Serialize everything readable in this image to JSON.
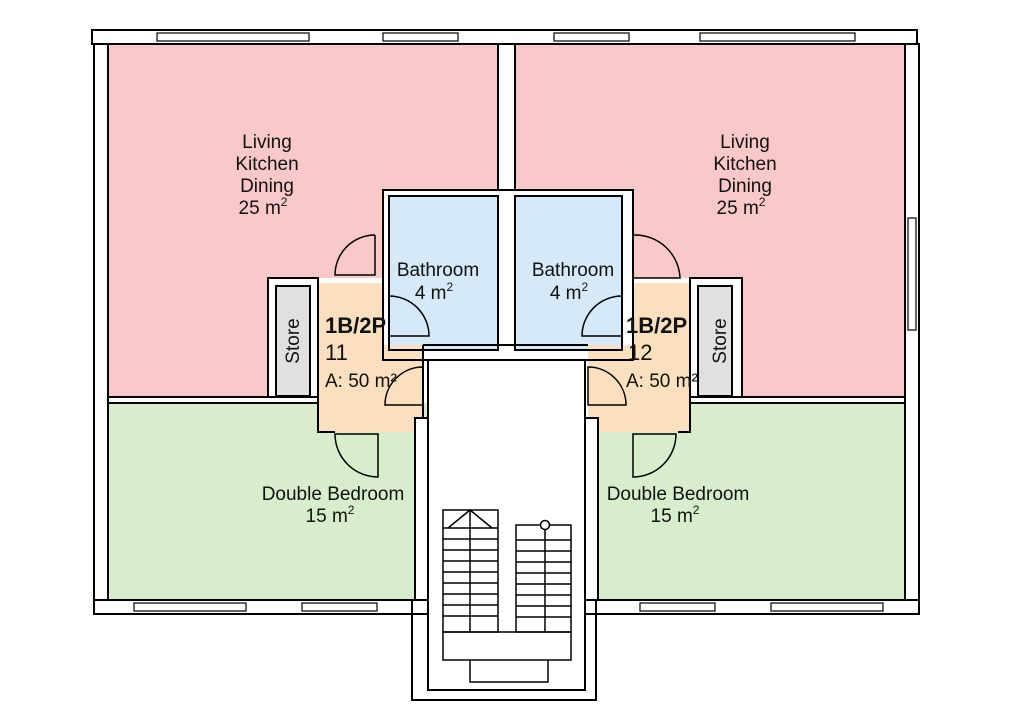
{
  "plan": {
    "colors": {
      "living": "#f9c9c9",
      "bedroom": "#d8edcb",
      "bathroom": "#d6e9f8",
      "hall": "#fbe0bf",
      "store": "#e0e0e0",
      "walls": "#000000",
      "stair_area": "#ffffff"
    },
    "flats": [
      {
        "type": "1B/2P",
        "number": "11",
        "area": "A: 50 m²",
        "rooms": {
          "living": {
            "line1": "Living",
            "line2": "Kitchen",
            "line3": "Dining",
            "area_value": "25 m",
            "area_sup": "2"
          },
          "bathroom": {
            "name": "Bathroom",
            "area_value": "4 m",
            "area_sup": "2"
          },
          "bedroom": {
            "name": "Double Bedroom",
            "area_value": "15 m",
            "area_sup": "2"
          },
          "store": {
            "name": "Store"
          }
        }
      },
      {
        "type": "1B/2P",
        "number": "12",
        "area": "A: 50 m²",
        "rooms": {
          "living": {
            "line1": "Living",
            "line2": "Kitchen",
            "line3": "Dining",
            "area_value": "25 m",
            "area_sup": "2"
          },
          "bathroom": {
            "name": "Bathroom",
            "area_value": "4 m",
            "area_sup": "2"
          },
          "bedroom": {
            "name": "Double Bedroom",
            "area_value": "15 m",
            "area_sup": "2"
          },
          "store": {
            "name": "Store"
          }
        }
      }
    ],
    "icons": [
      "staircase-icon",
      "stair-direction-arrow-icon",
      "door-swing-icon",
      "window-icon"
    ]
  }
}
